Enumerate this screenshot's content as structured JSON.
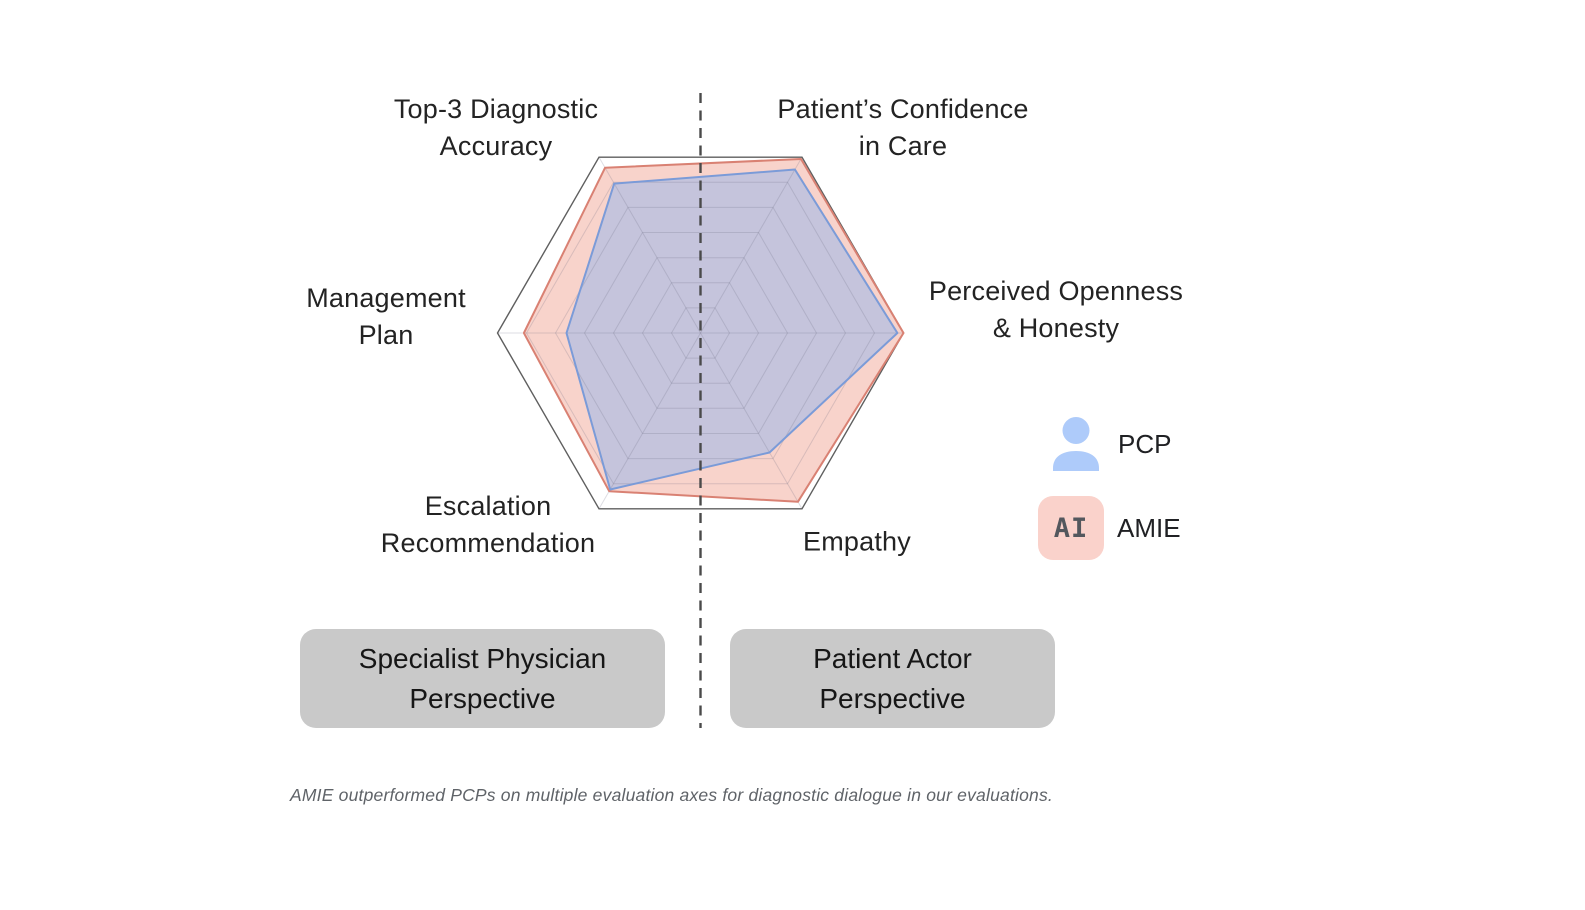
{
  "chart_data": {
    "type": "radar",
    "title": "",
    "scale": {
      "min": 0,
      "max": 1,
      "grid_rings": 6,
      "grid_on": true
    },
    "outline_color": "#5f5f5f",
    "grid_color": "rgba(105,107,128,0.22)",
    "divider": {
      "style": "dashed",
      "color": "#4a4a4a"
    },
    "axes": [
      {
        "label": "Top-3 Diagnostic Accuracy",
        "line1": "Top-3 Diagnostic",
        "line2": "Accuracy",
        "angle_deg": 120
      },
      {
        "label": "Patient’s Confidence in Care",
        "line1": "Patient’s Confidence",
        "line2": "in Care",
        "angle_deg": 60
      },
      {
        "label": "Perceived Openness & Honesty",
        "line1": "Perceived Openness",
        "line2": "& Honesty",
        "angle_deg": 0
      },
      {
        "label": "Empathy",
        "line1": "Empathy",
        "line2": "",
        "angle_deg": -60
      },
      {
        "label": "Escalation Recommendation",
        "line1": "Escalation",
        "line2": "Recommendation",
        "angle_deg": -120
      },
      {
        "label": "Management Plan",
        "line1": "Management",
        "line2": "Plan",
        "angle_deg": 180
      }
    ],
    "series": [
      {
        "name": "AMIE",
        "values": [
          0.94,
          0.99,
          1.0,
          0.96,
          0.9,
          0.87
        ],
        "fill": "#f8d3cb",
        "stroke": "#d98173"
      },
      {
        "name": "PCP",
        "values": [
          0.85,
          0.93,
          0.97,
          0.68,
          0.89,
          0.66
        ],
        "fill": "#c5c4dc",
        "stroke": "#7b9bd8"
      }
    ],
    "legend_position": "right"
  },
  "legend": {
    "items": [
      {
        "label": "PCP",
        "icon": "person-icon",
        "color": "#aecbfa"
      },
      {
        "label": "AMIE",
        "icon": "ai-badge-icon",
        "color": "#fad2cb",
        "icon_text": "AI"
      }
    ]
  },
  "perspective_boxes": [
    {
      "line1": "Specialist Physician",
      "line2": "Perspective"
    },
    {
      "line1": "Patient Actor",
      "line2": "Perspective"
    }
  ],
  "caption": "AMIE outperformed PCPs on multiple evaluation axes for diagnostic dialogue in our evaluations."
}
